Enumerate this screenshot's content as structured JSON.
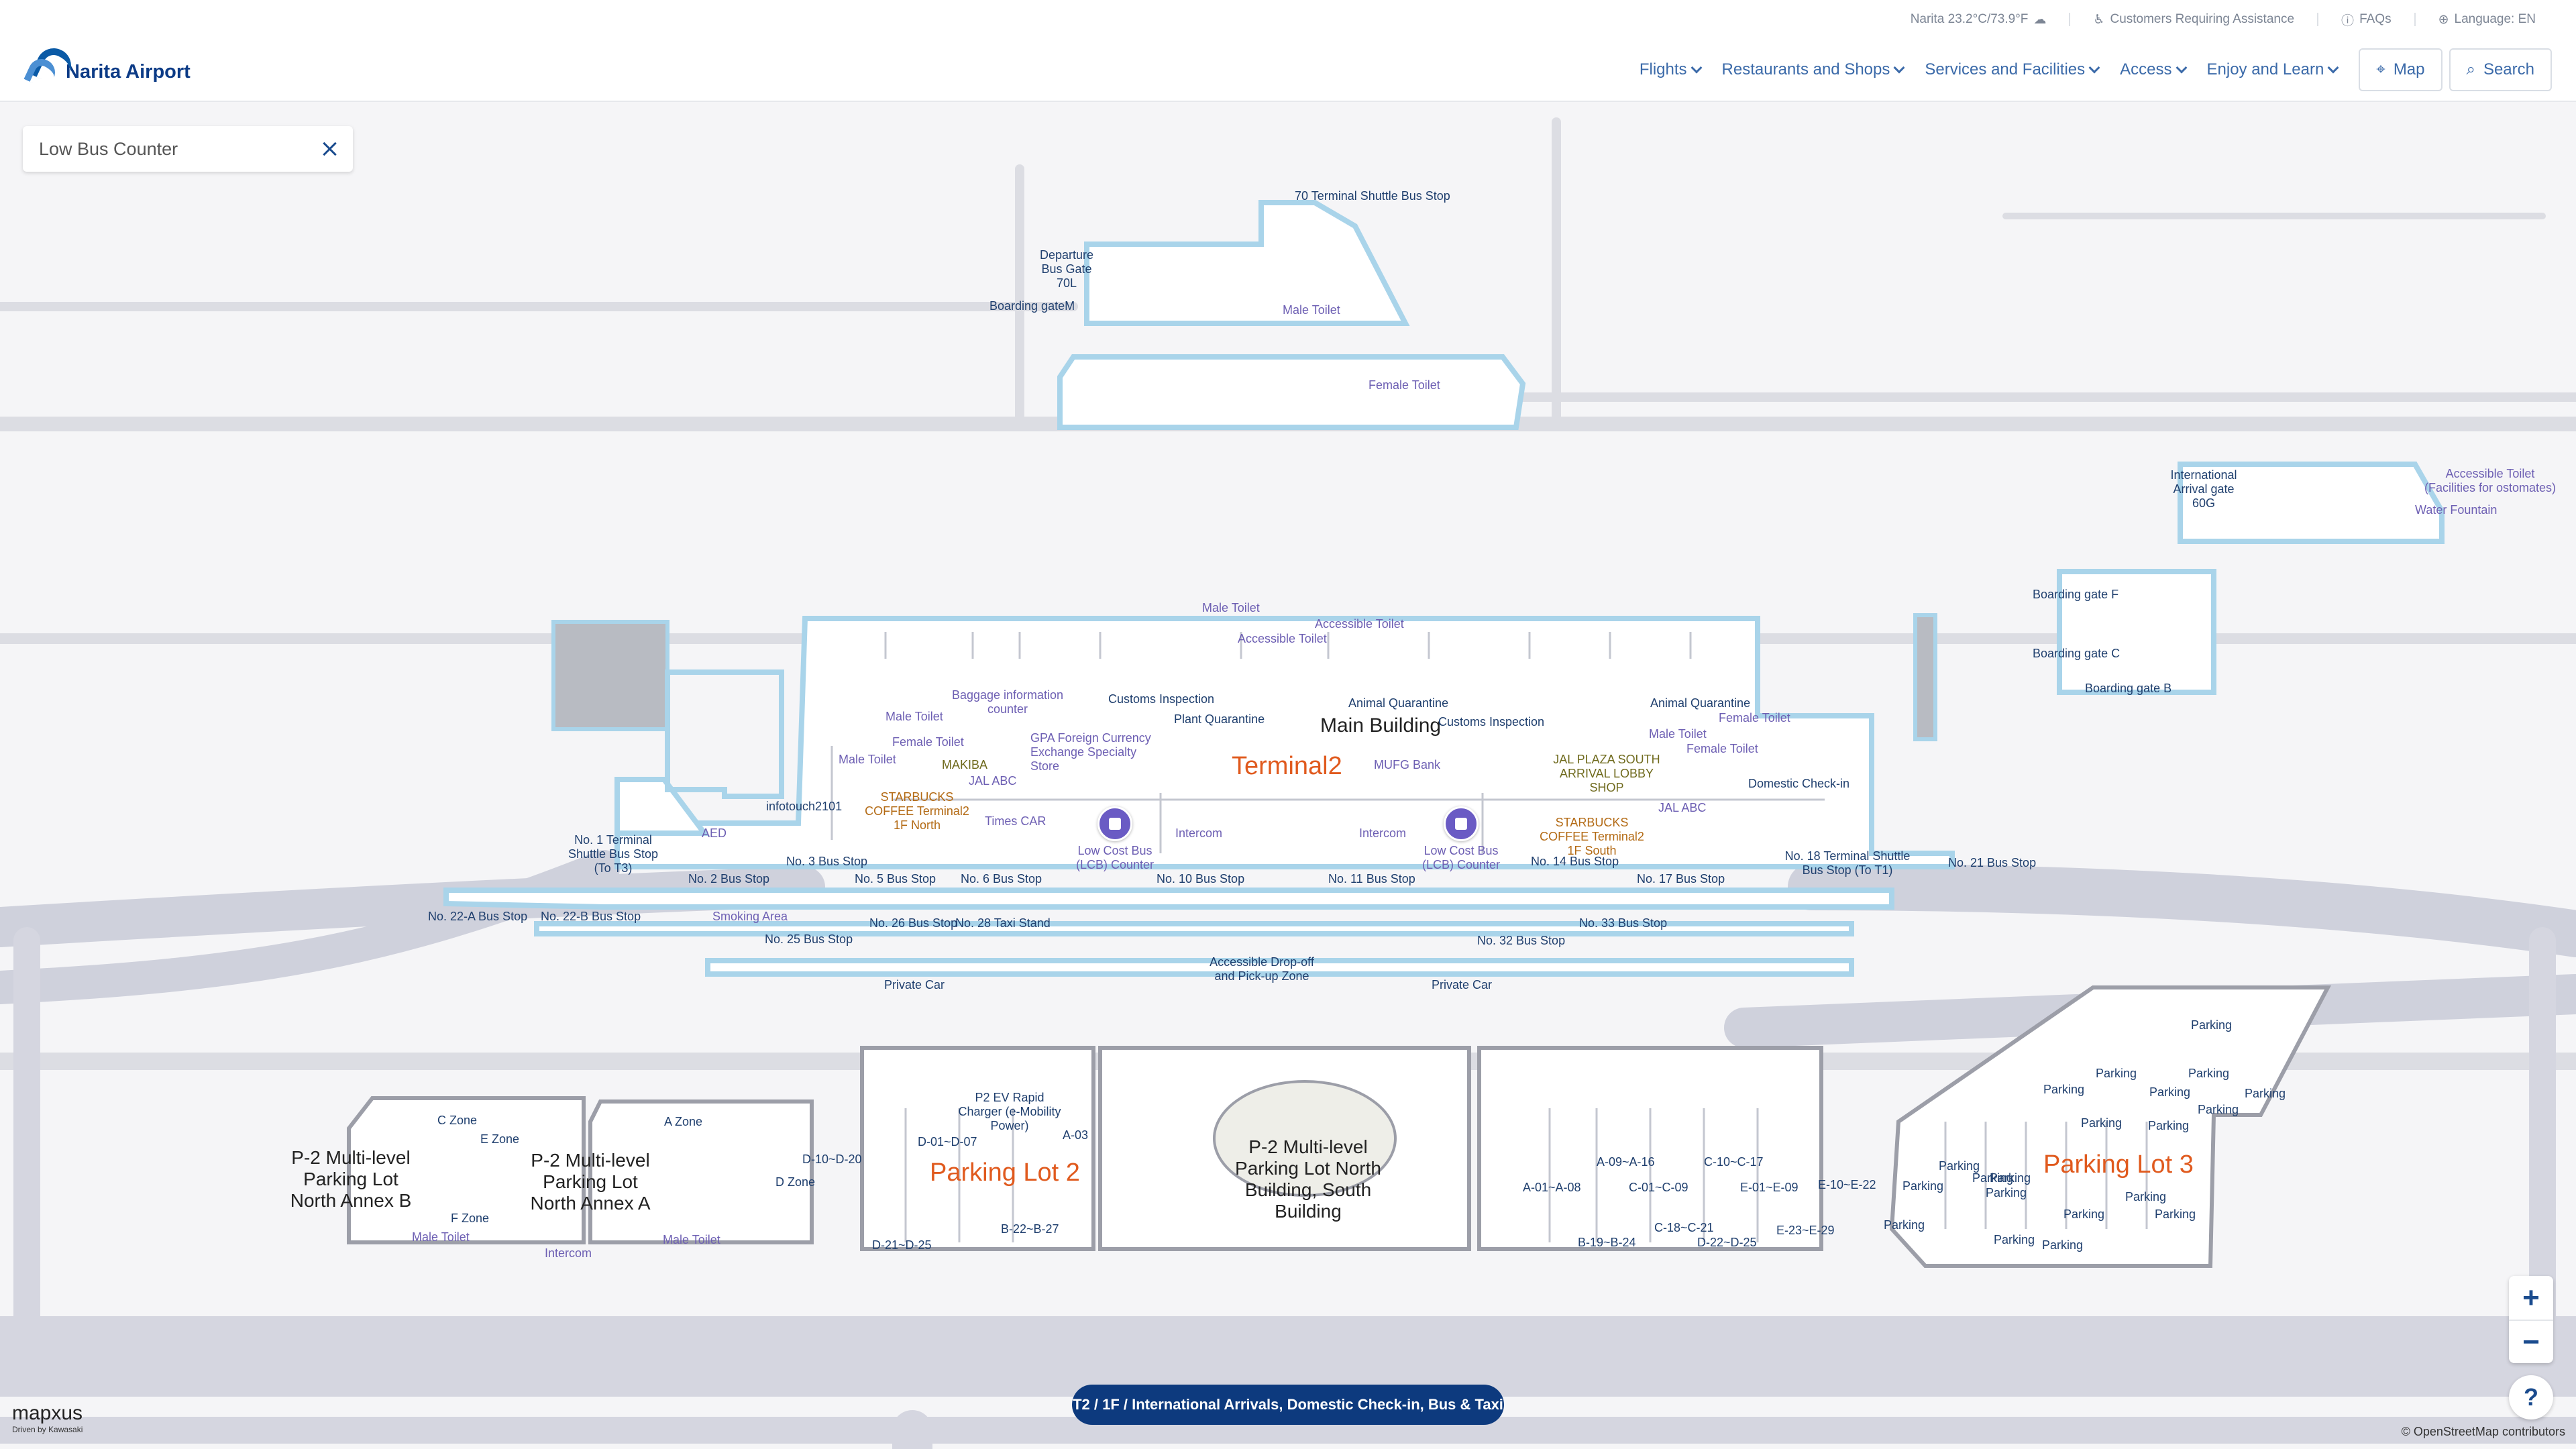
{
  "header": {
    "logo_text": "Narita Airport",
    "weather": "Narita 23.2°C/73.9°F",
    "top_links": [
      "Customers Requiring Assistance",
      "FAQs",
      "Language: EN"
    ],
    "nav": [
      "Flights",
      "Restaurants and Shops",
      "Services and Facilities",
      "Access",
      "Enjoy and Learn"
    ],
    "map_button": "Map",
    "search_button": "Search"
  },
  "search": {
    "value": "Low Bus Counter"
  },
  "map": {
    "labels": {
      "t70": "70 Terminal Shuttle Bus Stop",
      "dep_bus": "Departure Bus Gate 70L",
      "gate_m": "Boarding gateM",
      "male_t_top": "Male Toilet",
      "female_t_top": "Female Toilet",
      "intl_gate": "International Arrival gate 60G",
      "acc_toilet_right": "Accessible Toilet (Facilities for ostomates)",
      "water": "Water Fountain",
      "gate_f": "Boarding gate F",
      "gate_c": "Boarding gate C",
      "gate_b": "Boarding gate B",
      "male_t1": "Male Toilet",
      "acc_t1": "Accessible Toilet",
      "acc_t2": "Accessible Toilet",
      "baggage": "Baggage information counter",
      "customs1": "Customs Inspection",
      "animal1": "Animal Quarantine",
      "animal2": "Animal Quarantine",
      "male_t2": "Male Toilet",
      "female_t2": "Female Toilet",
      "male_t3": "Male Toilet",
      "plant": "Plant Quarantine",
      "main_building": "Main Building",
      "customs2": "Customs Inspection",
      "female_t3": "Female Toilet",
      "male_t4": "Male Toilet",
      "female_t4": "Female Toilet",
      "gpa": "GPA Foreign Currency Exchange Specialty Store",
      "makiba": "MAKIBA",
      "jal_abc1": "JAL ABC",
      "terminal2": "Terminal2",
      "mufg": "MUFG Bank",
      "jal_plaza": "JAL PLAZA SOUTH ARRIVAL LOBBY SHOP",
      "domestic": "Domestic Check-in",
      "starbucks_n": "STARBUCKS COFFEE Terminal2 1F North",
      "infotouch": "infotouch2101",
      "times": "Times CAR",
      "jal_abc2": "JAL ABC",
      "starbucks_s": "STARBUCKS COFFEE Terminal2 1F South",
      "lcb1": "Low Cost Bus (LCB) Counter",
      "lcb2": "Low Cost Bus (LCB) Counter",
      "intercom1": "Intercom",
      "intercom2": "Intercom",
      "intercom3": "Intercom",
      "no1": "No. 1 Terminal Shuttle Bus Stop (To T3)",
      "aed": "AED",
      "no3": "No. 3 Bus Stop",
      "no14": "No. 14 Bus Stop",
      "no18": "No. 18 Terminal Shuttle Bus Stop (To T1)",
      "no21": "No. 21 Bus Stop",
      "no2": "No. 2 Bus Stop",
      "no5": "No. 5 Bus Stop",
      "no6": "No. 6 Bus Stop",
      "no10": "No. 10 Bus Stop",
      "no11": "No. 11 Bus Stop",
      "no17": "No. 17 Bus Stop",
      "no22a": "No. 22-A Bus Stop",
      "no22b": "No. 22-B Bus Stop",
      "smoking": "Smoking Area",
      "no26": "No. 26 Bus Stop",
      "no28": "No. 28 Taxi Stand",
      "no33": "No. 33 Bus Stop",
      "no25": "No. 25 Bus Stop",
      "no32": "No. 32 Bus Stop",
      "accessible_drop": "Accessible Drop-off and Pick-up Zone",
      "private1": "Private Car",
      "private2": "Private Car",
      "p2_annex_b": "P-2 Multi-level Parking Lot North Annex B",
      "p2_annex_a": "P-2 Multi-level Parking Lot North Annex A",
      "c_zone": "C Zone",
      "e_zone": "E Zone",
      "f_zone": "F Zone",
      "a_zone": "A Zone",
      "d_zone": "D Zone",
      "male_t5": "Male Toilet",
      "male_t6": "Male Toilet",
      "ev": "P2 EV Rapid Charger (e-Mobility Power)",
      "parking_lot2": "Parking Lot 2",
      "d01": "D-01~D-07",
      "d10": "D-10~D-20",
      "a03": "A-03",
      "b22": "B-22~B-27",
      "d21": "D-21~D-25",
      "p2_south": "P-2 Multi-level Parking Lot North Building, South Building",
      "a09": "A-09~A-16",
      "c10": "C-10~C-17",
      "a01": "A-01~A-08",
      "c01": "C-01~C-09",
      "e01": "E-01~E-09",
      "e10": "E-10~E-22",
      "c18": "C-18~C-21",
      "b19": "B-19~B-24",
      "d22": "D-22~D-25",
      "e23": "E-23~E-29",
      "parking_lot3": "Parking Lot 3",
      "parking": "Parking"
    }
  },
  "floor_label": "T2 / 1F / International Arrivals, Domestic Check-in, Bus & Taxi",
  "attribution": "© OpenStreetMap contributors",
  "brand": "mapxus",
  "brand_sub": "Driven by Kawasaki",
  "help": "?",
  "zoom": {
    "in": "+",
    "out": "−"
  },
  "colors": {
    "accent": "#0d3a7e",
    "outline": "#a9d4ea",
    "label_blue": "#1f3f6e",
    "label_purple": "#6d5fb3",
    "label_orange": "#b36a14",
    "title_red": "#e05a1e"
  }
}
